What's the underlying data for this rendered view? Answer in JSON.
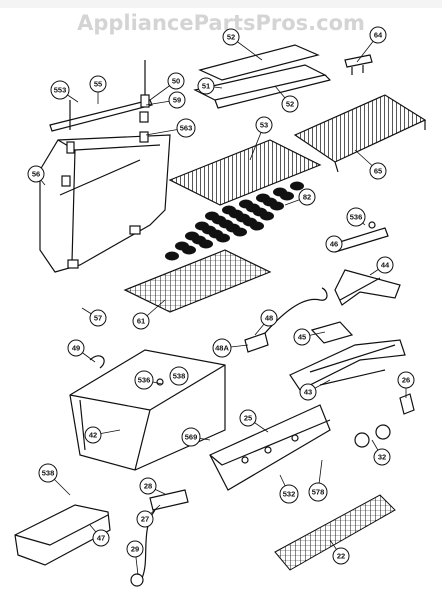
{
  "watermark": "AppliancePartsPros.com",
  "labels": [
    "553",
    "55",
    "50",
    "59",
    "563",
    "52",
    "51",
    "52",
    "64",
    "53",
    "65",
    "56",
    "82",
    "536",
    "46",
    "44",
    "57",
    "61",
    "48",
    "48A",
    "45",
    "49",
    "536",
    "538",
    "42",
    "43",
    "26",
    "25",
    "569",
    "32",
    "538",
    "28",
    "27",
    "532",
    "578",
    "47",
    "29",
    "22"
  ]
}
